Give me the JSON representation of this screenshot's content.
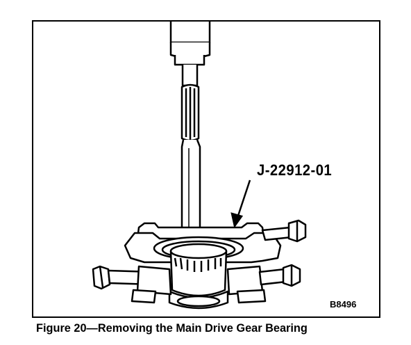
{
  "figure": {
    "part_label": "J-22912-01",
    "code": "B8496",
    "caption": "Figure 20—Removing the Main Drive Gear Bearing"
  },
  "colors": {
    "ink": "#000000",
    "paper": "#ffffff"
  }
}
